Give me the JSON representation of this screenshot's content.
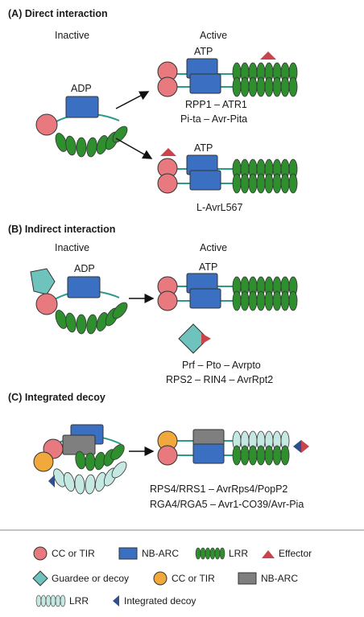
{
  "sections": {
    "a": {
      "title": "(A) Direct interaction",
      "inactive": "Inactive",
      "active": "Active",
      "adp": "ADP",
      "atp1": "ATP",
      "atp2": "ATP",
      "pair1": "RPP1 – ATR1",
      "pair2": "Pi-ta – Avr-Pita",
      "pair3": "L-AvrL567"
    },
    "b": {
      "title": "(B) Indirect interaction",
      "inactive": "Inactive",
      "active": "Active",
      "adp": "ADP",
      "atp": "ATP",
      "pair1": "Prf – Pto – Avrpto",
      "pair2": "RPS2 – RIN4 – AvrRpt2"
    },
    "c": {
      "title": "(C) Integrated decoy",
      "pair1": "RPS4/RRS1 – AvrRps4/PopP2",
      "pair2": "RGA4/RGA5 – Avr1-CO39/Avr-Pia"
    }
  },
  "legend": {
    "cc_tir": "CC or TIR",
    "nb_arc": "NB-ARC",
    "lrr": "LRR",
    "effector": "Effector",
    "guardee": "Guardee or decoy",
    "cc_tir_2": "CC or TIR",
    "nb_arc_2": "NB-ARC",
    "lrr_2": "LRR",
    "integrated_decoy": "Integrated decoy"
  },
  "colors": {
    "cc": "#e8797f",
    "nb": "#3a6fc2",
    "lrr": "#2f8f2f",
    "effector": "#c9444c",
    "guardee": "#6ec3bd",
    "cc2": "#f2a93b",
    "nb2": "#7f7f7f",
    "lrr2": "#c6e8e2",
    "decoy": "#2f4f8f"
  }
}
